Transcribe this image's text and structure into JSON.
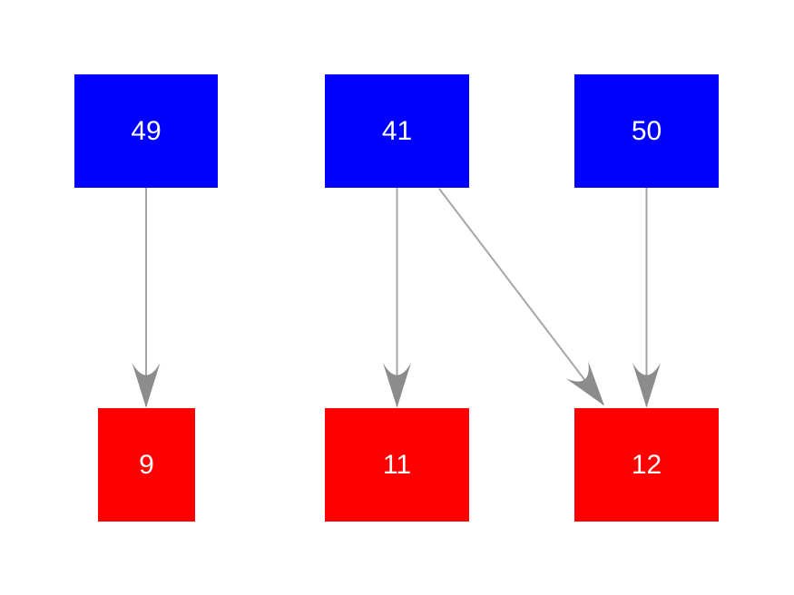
{
  "diagram": {
    "type": "directed-graph",
    "background_color": "#ffffff",
    "nodes": [
      {
        "id": "49",
        "label": "49",
        "row": "top",
        "color": "#0000ff",
        "text_color": "#ffffff"
      },
      {
        "id": "41",
        "label": "41",
        "row": "top",
        "color": "#0000ff",
        "text_color": "#ffffff"
      },
      {
        "id": "50",
        "label": "50",
        "row": "top",
        "color": "#0000ff",
        "text_color": "#ffffff"
      },
      {
        "id": "9",
        "label": "9",
        "row": "bottom",
        "color": "#ff0000",
        "text_color": "#ffffff"
      },
      {
        "id": "11",
        "label": "11",
        "row": "bottom",
        "color": "#ff0000",
        "text_color": "#ffffff"
      },
      {
        "id": "12",
        "label": "12",
        "row": "bottom",
        "color": "#ff0000",
        "text_color": "#ffffff"
      }
    ],
    "edges": [
      {
        "from": "49",
        "to": "9"
      },
      {
        "from": "41",
        "to": "11"
      },
      {
        "from": "41",
        "to": "12"
      },
      {
        "from": "50",
        "to": "12"
      }
    ],
    "edge_style": {
      "line_color": "#a6a6a6",
      "arrowhead_color": "#8c8c8c",
      "arrowhead_shape": "concave-dart"
    }
  }
}
